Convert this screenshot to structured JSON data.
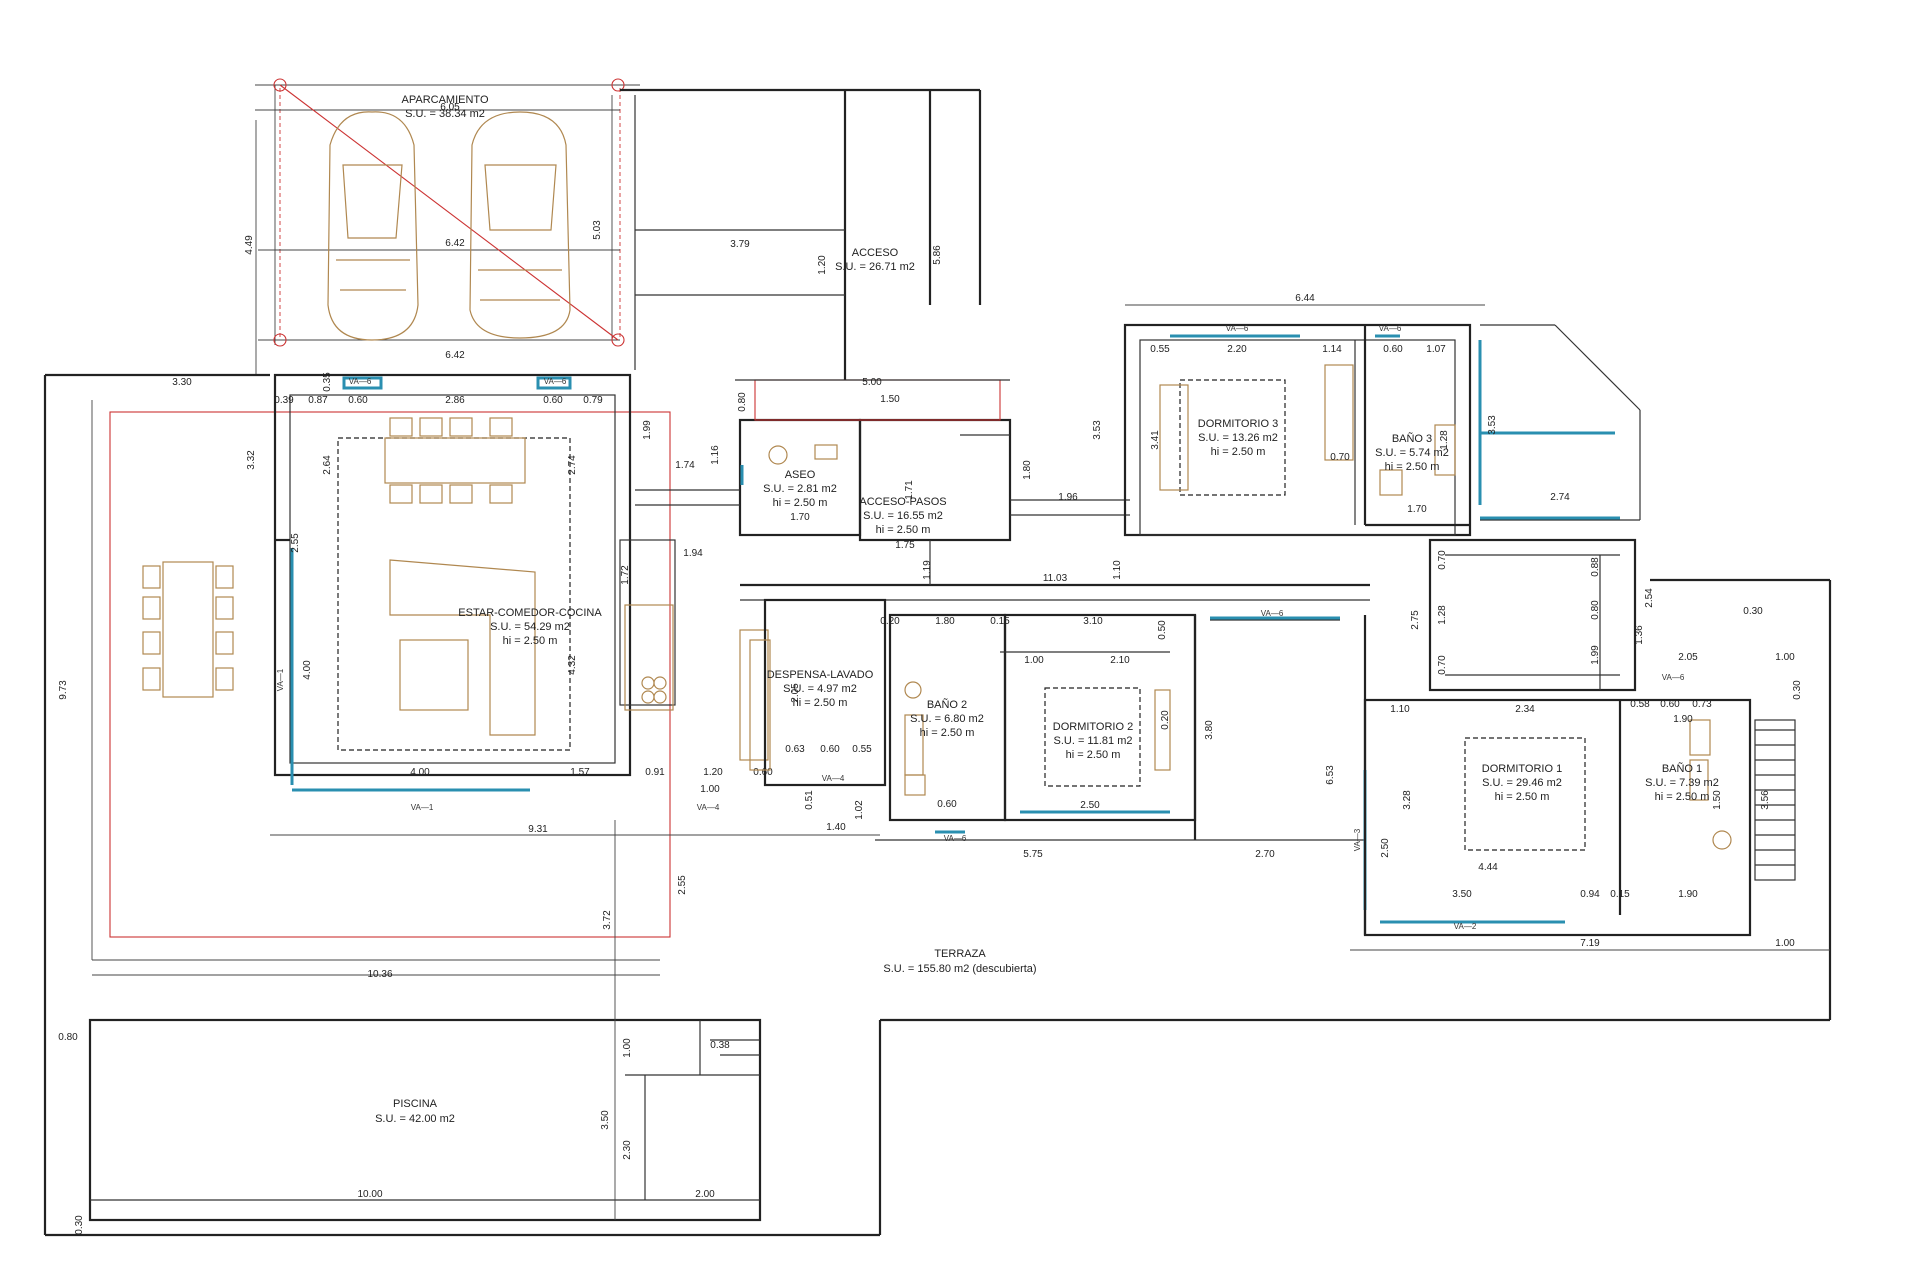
{
  "rooms": {
    "aparcamiento": {
      "name": "APARCAMIENTO",
      "su": "S.U. = 38.34 m2"
    },
    "acceso": {
      "name": "ACCESO",
      "su": "S.U. = 26.71 m2"
    },
    "estar": {
      "name": "ESTAR-COMEDOR-COCINA",
      "su": "S.U. = 54.29 m2",
      "hi": "hi = 2.50 m"
    },
    "aseo": {
      "name": "ASEO",
      "su": "S.U. = 2.81 m2",
      "hi": "hi = 2.50 m"
    },
    "acceso_pasos": {
      "name": "ACCESO-PASOS",
      "su": "S.U. = 16.55 m2",
      "hi": "hi = 2.50 m"
    },
    "dormitorio3": {
      "name": "DORMITORIO 3",
      "su": "S.U. = 13.26 m2",
      "hi": "hi = 2.50 m"
    },
    "bano3": {
      "name": "BAÑO 3",
      "su": "S.U. = 5.74 m2",
      "hi": "hi = 2.50 m"
    },
    "despensa": {
      "name": "DESPENSA-LAVADO",
      "su": "S.U. = 4.97 m2",
      "hi": "hi = 2.50 m"
    },
    "bano2": {
      "name": "BAÑO 2",
      "su": "S.U. = 6.80 m2",
      "hi": "hi = 2.50 m"
    },
    "dormitorio2": {
      "name": "DORMITORIO 2",
      "su": "S.U. = 11.81 m2",
      "hi": "hi = 2.50 m"
    },
    "dormitorio1": {
      "name": "DORMITORIO 1",
      "su": "S.U. = 29.46 m2",
      "hi": "hi = 2.50 m"
    },
    "bano1": {
      "name": "BAÑO 1",
      "su": "S.U. = 7.39 m2",
      "hi": "hi = 2.50 m"
    },
    "terraza": {
      "name": "TERRAZA",
      "su": "S.U. = 155.80 m2 (descubierta)"
    },
    "piscina": {
      "name": "PISCINA",
      "su": "S.U. = 42.00 m2"
    }
  },
  "dimensions": {
    "garage_top": "6.05",
    "garage_mid": "6.42",
    "garage_bottom": "6.42",
    "garage_left": "4.49",
    "garage_right": "5.03",
    "acceso_w": "3.79",
    "acceso_h": "1.20",
    "acceso_right": "5.86",
    "liv_330": "3.30",
    "liv_039": "0.39",
    "liv_087": "0.87",
    "liv_060a": "0.60",
    "liv_286": "2.86",
    "liv_060b": "0.60",
    "liv_079": "0.79",
    "liv_035": "0.35",
    "liv_332": "3.32",
    "liv_264": "2.64",
    "liv_274": "2.74",
    "liv_199": "1.99",
    "liv_174": "1.74",
    "liv_116": "1.16",
    "liv_194": "1.94",
    "liv_172": "1.72",
    "liv_400v": "4.00",
    "liv_255": "2.55",
    "liv_973": "9.73",
    "liv_400h": "4.00",
    "liv_157": "1.57",
    "liv_091": "0.91",
    "liv_120": "1.20",
    "liv_060c": "0.60",
    "liv_100": "1.00",
    "liv_931": "9.31",
    "liv_1036": "10.36",
    "liv_372": "3.72",
    "liv_255b": "2.55",
    "liv_432": "4.32",
    "aseo_500": "5.00",
    "aseo_150": "1.50",
    "aseo_080": "0.80",
    "aseo_170": "1.70",
    "pas_175": "1.75",
    "pas_171": "1.71",
    "pas_180": "1.80",
    "pas_196": "1.96",
    "pas_119": "1.19",
    "pas_1103": "11.03",
    "pas_110": "1.10",
    "d3_644": "6.44",
    "d3_353": "3.53",
    "d3_055": "0.55",
    "d3_220": "2.20",
    "d3_114": "1.14",
    "d3_060": "0.60",
    "d3_107": "1.07",
    "d3_070": "0.70",
    "d3_170": "1.70",
    "d3_341": "3.41",
    "b3_353": "3.53",
    "b3_274": "2.74",
    "b3_128": "1.28",
    "c_275": "2.75",
    "c_070": "0.70",
    "c_070b": "0.70",
    "c_088": "0.88",
    "c_080": "0.80",
    "c_128": "1.28",
    "c_199": "1.99",
    "c_110": "1.10",
    "c_234": "2.34",
    "c_254": "2.54",
    "c_136": "1.36",
    "des_020": "0.20",
    "des_180": "1.80",
    "des_015": "0.15",
    "des_310": "3.10",
    "des_100": "1.00",
    "des_210": "2.10",
    "des_050": "0.50",
    "des_205": "2.05",
    "des_063": "0.63",
    "des_060": "0.60",
    "des_055": "0.55",
    "des_051": "0.51",
    "des_102": "1.02",
    "des_140": "1.40",
    "des_060b": "0.60",
    "des_250": "2.50",
    "des_575": "5.75",
    "des_270": "2.70",
    "des_380": "3.80",
    "des_653": "6.53",
    "des_020b": "0.20",
    "d1_328": "3.28",
    "d1_250": "2.50",
    "d1_444": "4.44",
    "d1_350": "3.50",
    "d1_094": "0.94",
    "d1_015": "0.15",
    "d1_190": "1.90",
    "d1_719": "7.19",
    "b1_058": "0.58",
    "b1_060": "0.60",
    "b1_073": "0.73",
    "b1_190": "1.90",
    "b1_205": "2.05",
    "b1_100": "1.00",
    "b1_030": "0.30",
    "b1_030b": "0.30",
    "b1_150": "1.50",
    "b1_356": "3.56",
    "b1_100b": "1.00",
    "pis_080": "0.80",
    "pis_1000": "10.00",
    "pis_200": "2.00",
    "pis_030": "0.30",
    "pis_100": "1.00",
    "pis_350": "3.50",
    "pis_230": "2.30",
    "pis_038": "0.38"
  },
  "windows": {
    "va6": "VA—6",
    "va1": "VA—1",
    "va4": "VA—4",
    "va3": "VA—3",
    "va2": "VA—2"
  },
  "colors": {
    "wall": "#222222",
    "dimension": "#444444",
    "red": "#cc3333",
    "glass": "#2a8fb0",
    "furniture": "#b08850"
  }
}
